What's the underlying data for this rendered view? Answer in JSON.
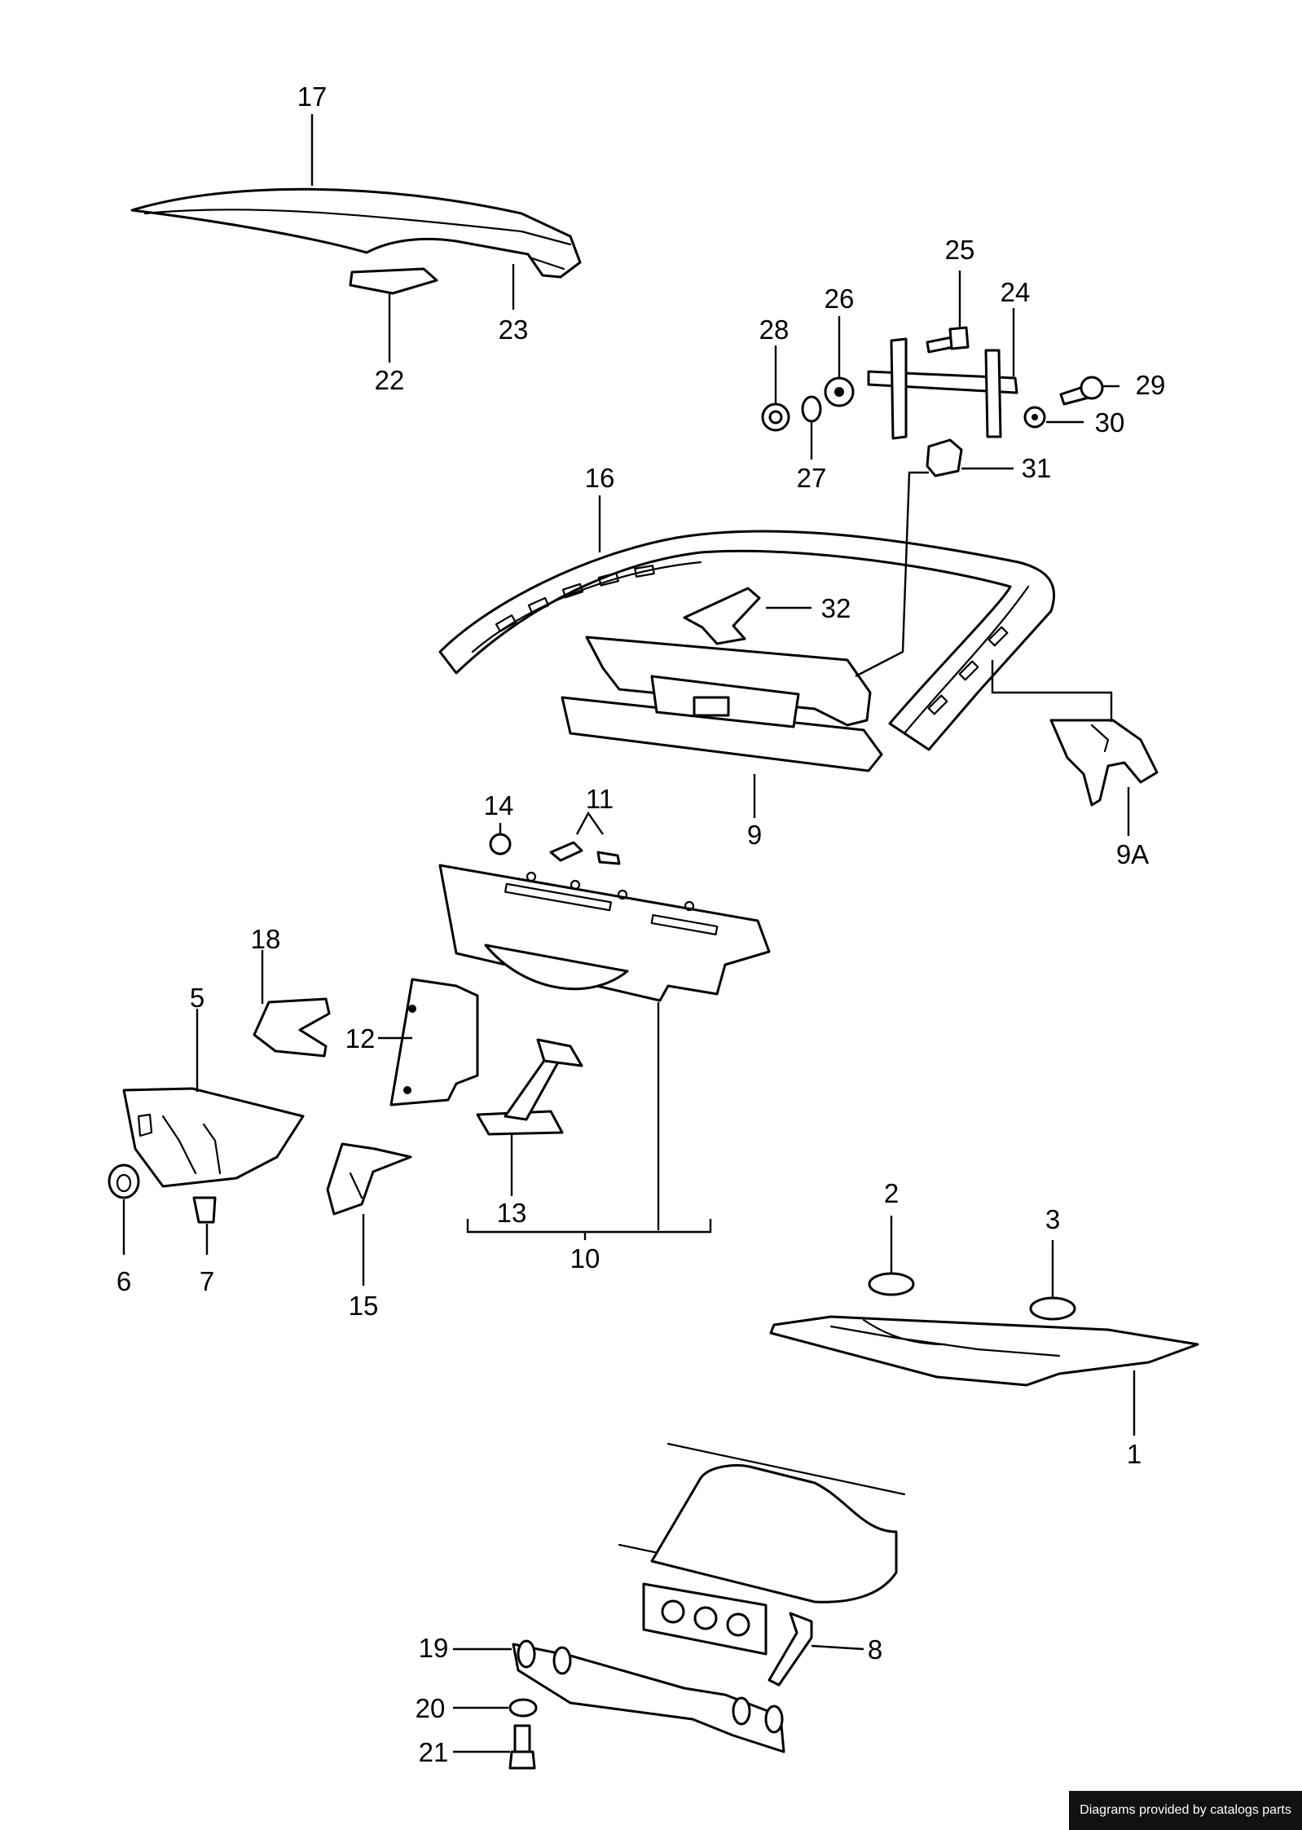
{
  "diagram": {
    "callouts": [
      "1",
      "2",
      "3",
      "5",
      "6",
      "7",
      "8",
      "9",
      "9A",
      "10",
      "11",
      "12",
      "13",
      "14",
      "15",
      "16",
      "17",
      "18",
      "19",
      "20",
      "21",
      "22",
      "23",
      "24",
      "25",
      "26",
      "27",
      "28",
      "29",
      "30",
      "31",
      "32"
    ]
  },
  "footer": {
    "credit": "Diagrams provided by catalogs parts"
  }
}
